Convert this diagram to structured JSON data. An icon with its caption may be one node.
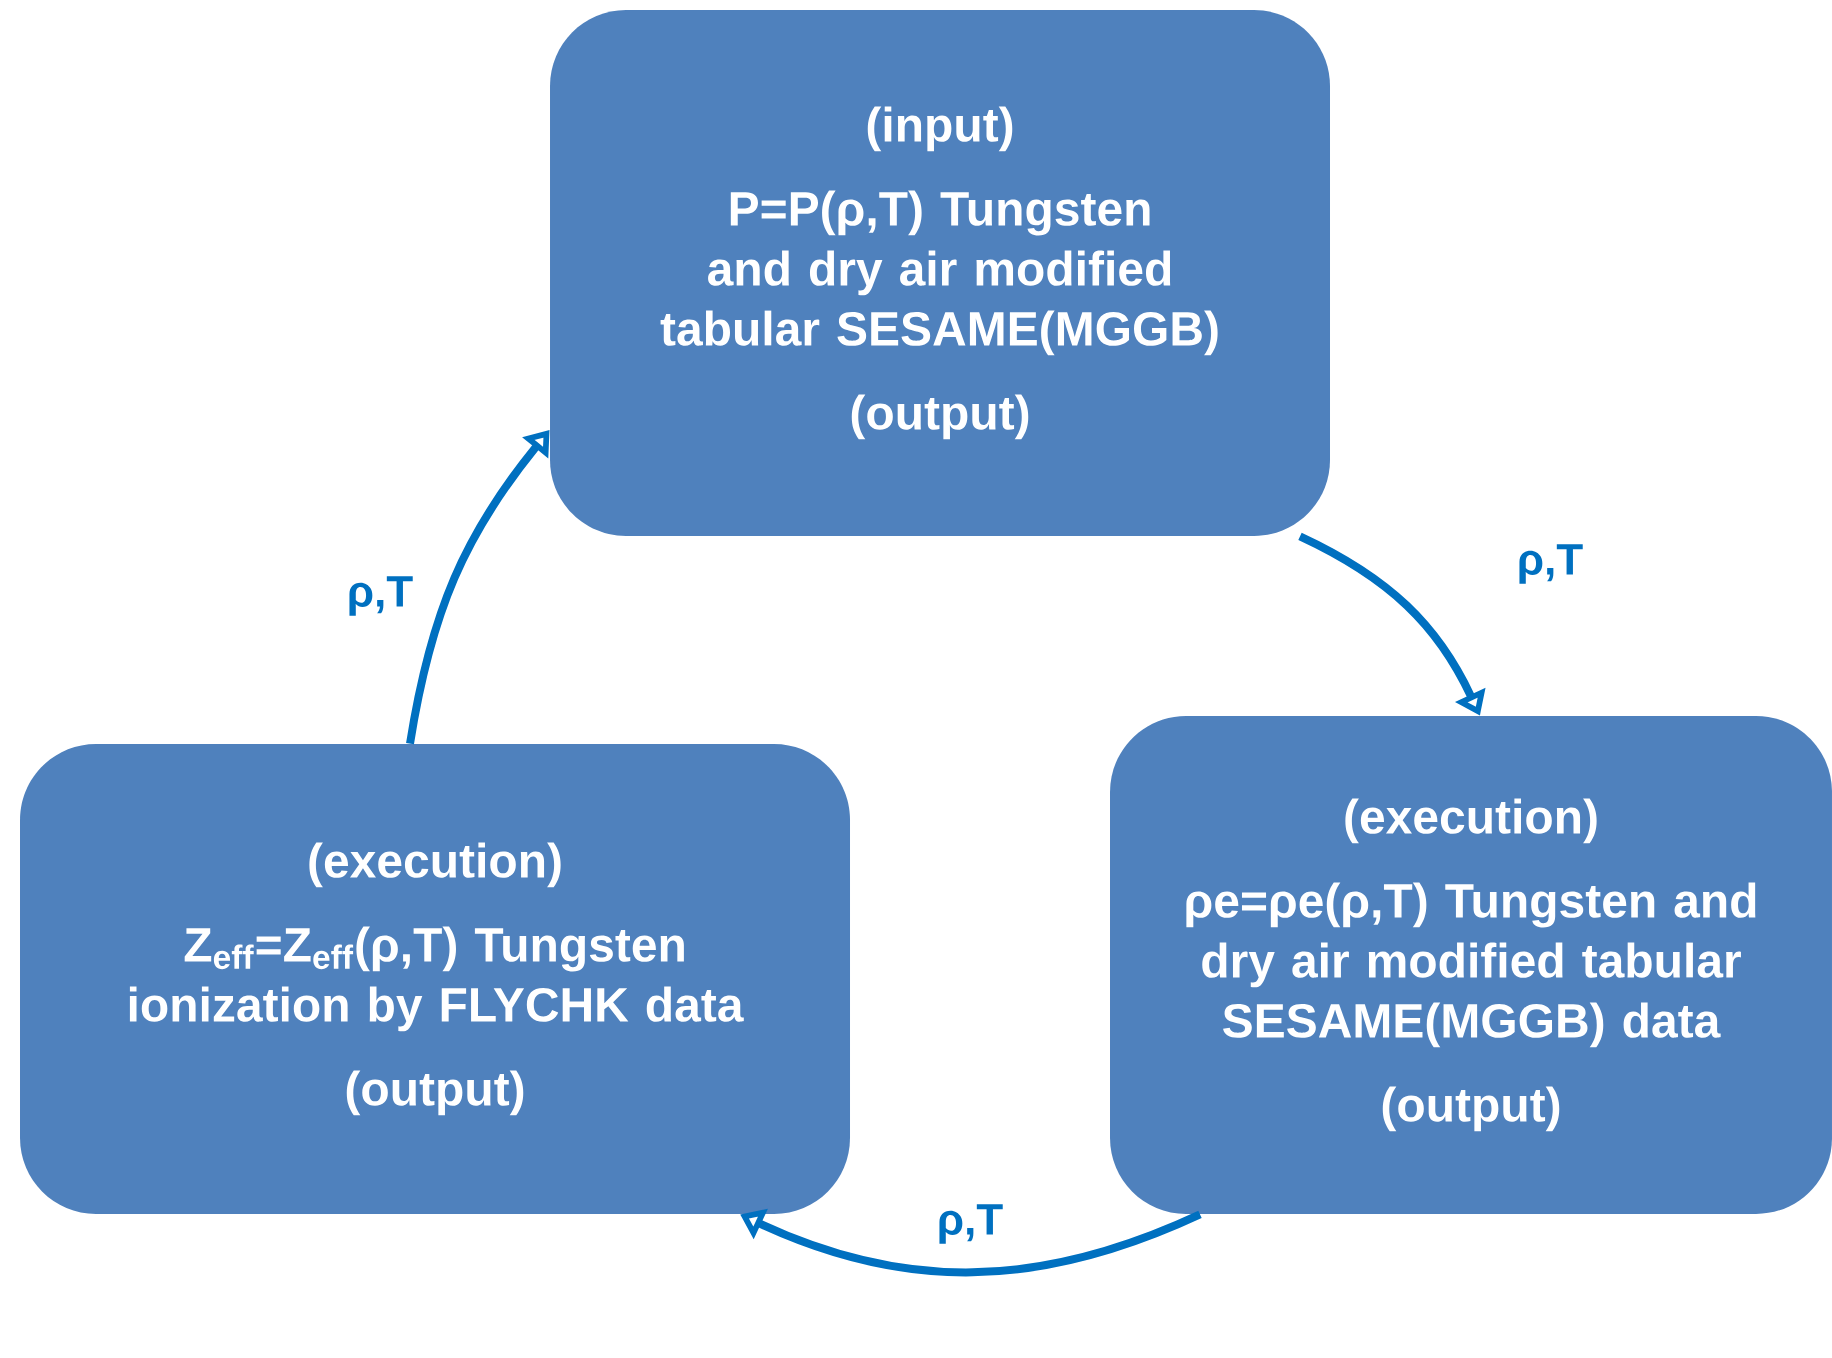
{
  "diagram": {
    "nodes": [
      {
        "text": [
          "(input)",
          "P=P(ρ,T) Tungsten and dry air modified tabular SESAME(MGGB)",
          "(output)"
        ]
      },
      {
        "text": [
          "(execution)",
          "ρe=ρe(ρ,T) Tungsten and dry air modified tabular SESAME(MGGB) data",
          "(output)"
        ]
      },
      {
        "text": [
          "(execution)",
          "Z$_{eff}$=Z$_{eff}$(ρ,T) Tungsten ionization by FLYCHK data",
          "(output)"
        ]
      }
    ],
    "edges": [
      {
        "from": 0,
        "to": 1,
        "arrow": "to",
        "label": "ρ,T"
      },
      {
        "from": 1,
        "to": 2,
        "arrow": "to",
        "label": "ρ,T"
      },
      {
        "from": 2,
        "to": 0,
        "arrow": "to",
        "label": "ρ,T"
      }
    ]
  }
}
